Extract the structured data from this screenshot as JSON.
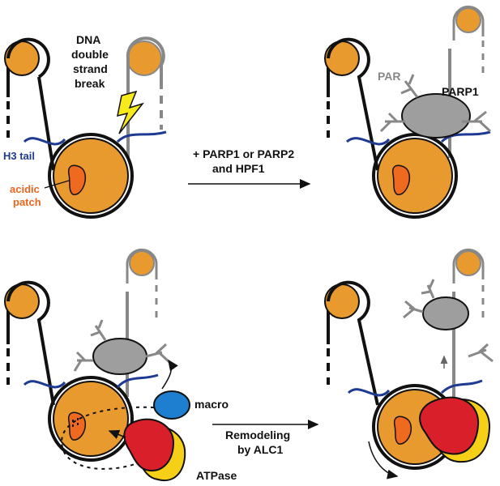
{
  "colors": {
    "nucleosome": "#E89A2F",
    "acidic_patch": "#EF6A1E",
    "h3_tail": "#1F3A93",
    "dna_black": "#111111",
    "dna_gray": "#888888",
    "parp": "#9E9E9E",
    "macro": "#1E7FD0",
    "atpase_red": "#D81F2A",
    "atpase_yellow": "#F5D016",
    "lightning": "#F7EA1A",
    "label_orange": "#E8661E",
    "label_blue": "#1F3A93"
  },
  "labels": {
    "dsb": [
      "DNA",
      "double",
      "strand",
      "break"
    ],
    "h3_tail": "H3 tail",
    "acidic_patch": [
      "acidic",
      "patch"
    ],
    "step1": [
      "+ PARP1 or PARP2",
      "and HPF1"
    ],
    "par": "PAR",
    "parp1": "PARP1",
    "macro": "macro",
    "atpase": "ATPase",
    "step2": [
      "Remodeling",
      "by ALC1"
    ]
  },
  "icons": [
    "lightning-icon",
    "par-chain-icon",
    "arrow-icon",
    "curved-arrow-icon"
  ]
}
